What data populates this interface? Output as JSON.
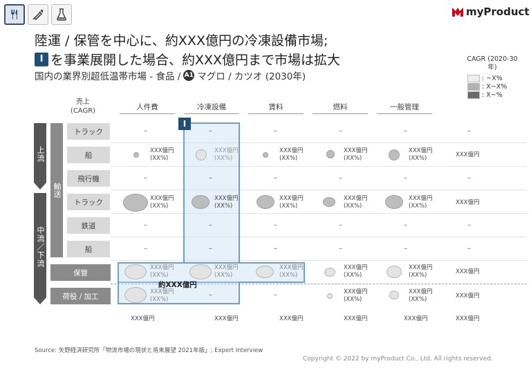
{
  "logo_text": "myProduct",
  "title_line1": "陸運 / 保管を中心に、約XXX億円の冷凍設備市場;",
  "title_line2_badge": "I",
  "title_line2": "を事業展開した場合、約XXX億円まで市場は拡大",
  "subtitle_before": "国内の業界別超低温帯市場 - 食品 /",
  "subtitle_badge": "A1",
  "subtitle_after": "マグロ / カツオ (2030年)",
  "legend": {
    "title": "CAGR (2020-30年)",
    "items": [
      {
        "label": ": ~X%",
        "color": "#eeeeee"
      },
      {
        "label": ": X~X%",
        "color": "#b3b3b3"
      },
      {
        "label": ": X~%",
        "color": "#6b6b6b"
      }
    ]
  },
  "sales_header": "売上\n(CAGR)",
  "columns": [
    "人件費",
    "冷凍設備",
    "賃料",
    "燃料",
    "一般管理"
  ],
  "segments": {
    "upstream": "上流",
    "mid_down": "中流／下流",
    "transport": "輸送"
  },
  "rows": [
    "トラック",
    "船",
    "飛行機",
    "トラック",
    "鉄道",
    "船",
    "保管",
    "荷役 / 加工"
  ],
  "cell_value": "XXX億円",
  "cell_pct": "(XX%)",
  "minus": "–",
  "total_label": "XXX億円",
  "callout": "約XXX億円",
  "highlight_badge": "I",
  "source": "Source: 矢野経済研究所「物流市場の現状と将来展望  2021年版」; Expert Interview",
  "copyright": "Copyright © 2022 by myProduct Co., Ltd.  All rights reserved."
}
